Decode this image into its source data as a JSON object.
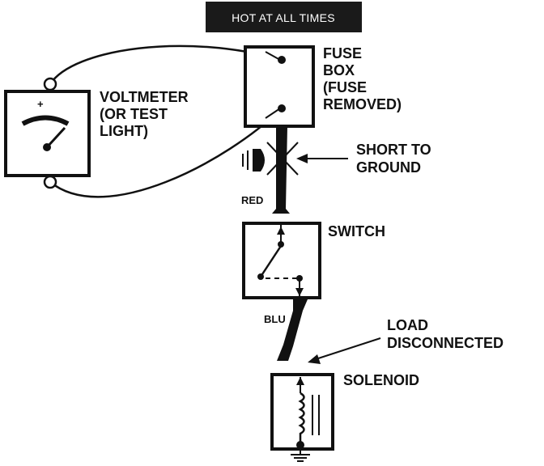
{
  "header": {
    "label": "HOT AT ALL TIMES"
  },
  "voltmeter": {
    "lines": [
      "VOLTMETER",
      "(OR TEST",
      "LIGHT)"
    ],
    "plus_sign": "+"
  },
  "fuse_box": {
    "lines": [
      "FUSE",
      "BOX",
      "(FUSE",
      "REMOVED)"
    ]
  },
  "short": {
    "lines": [
      "SHORT TO",
      "GROUND"
    ]
  },
  "wire_red": {
    "label": "RED"
  },
  "switch": {
    "label": "SWITCH"
  },
  "wire_blu": {
    "label": "BLU"
  },
  "load": {
    "lines": [
      "LOAD",
      "DISCONNECTED"
    ]
  },
  "solenoid": {
    "label": "SOLENOID"
  },
  "colors": {
    "ink": "#111111",
    "header_bg": "#1a1a1a",
    "background": "#ffffff"
  }
}
